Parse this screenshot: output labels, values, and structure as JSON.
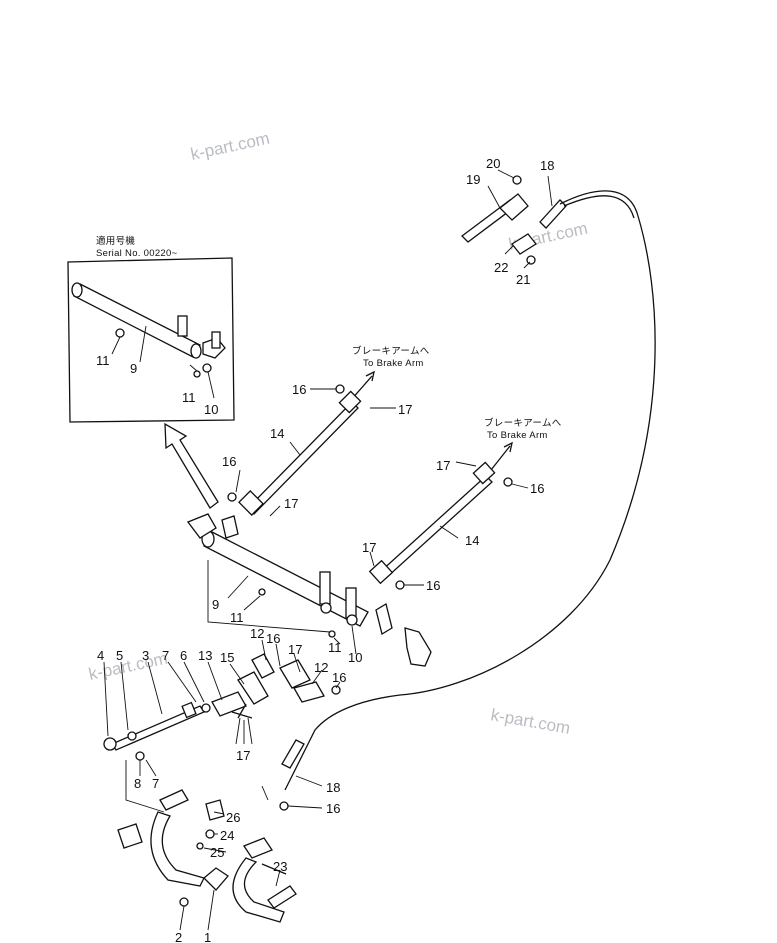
{
  "watermark": "k-part.com",
  "inset": {
    "serial_label_jp": "適用号機",
    "serial_label_en": "Serial No. 00220~"
  },
  "notes": {
    "brake_arm_jp": "ブレーキアームへ",
    "brake_arm_en": "To Brake Arm"
  },
  "callouts": {
    "c1": "1",
    "c2": "2",
    "c3": "3",
    "c4": "4",
    "c5": "5",
    "c6": "6",
    "c7": "7",
    "c8": "8",
    "c9": "9",
    "c10": "10",
    "c11": "11",
    "c12": "12",
    "c13": "13",
    "c14": "14",
    "c15": "15",
    "c16": "16",
    "c17": "17",
    "c18": "18",
    "c19": "19",
    "c20": "20",
    "c21": "21",
    "c22": "22",
    "c23": "23",
    "c24": "24",
    "c25": "25",
    "c26": "26"
  }
}
